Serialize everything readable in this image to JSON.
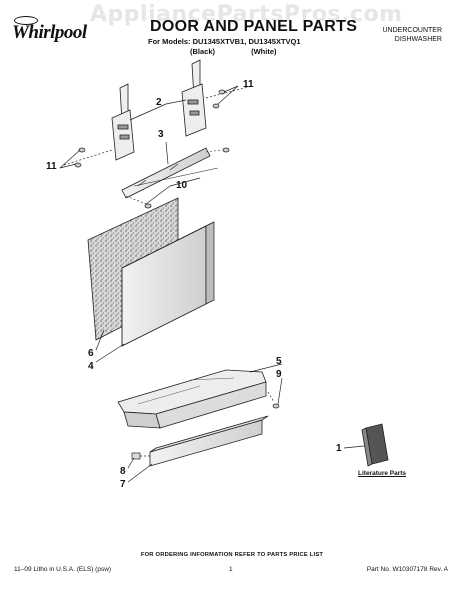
{
  "watermark": "AppliancePartsPros.com",
  "brand": "Whirlpool",
  "title": "DOOR AND PANEL PARTS",
  "models_line": "For Models: DU1345XTVB1, DU1345XTVQ1",
  "variants": [
    "(Black)",
    "(White)"
  ],
  "product": [
    "UNDERCOUNTER",
    "DISHWASHER"
  ],
  "callouts": {
    "c11_right": "11",
    "c2": "2",
    "c3": "3",
    "c11_left": "11",
    "c10": "10",
    "c6": "6",
    "c4": "4",
    "c5": "5",
    "c9": "9",
    "c1": "1",
    "c8": "8",
    "c7": "7"
  },
  "literature_label": "Literature Parts",
  "order_note": "FOR ORDERING INFORMATION REFER TO PARTS PRICE LIST",
  "footer": {
    "left": "11–09 Litho in U.S.A. (ELS) (psw)",
    "page": "1",
    "right": "Part No. W10307178 Rev. A"
  }
}
